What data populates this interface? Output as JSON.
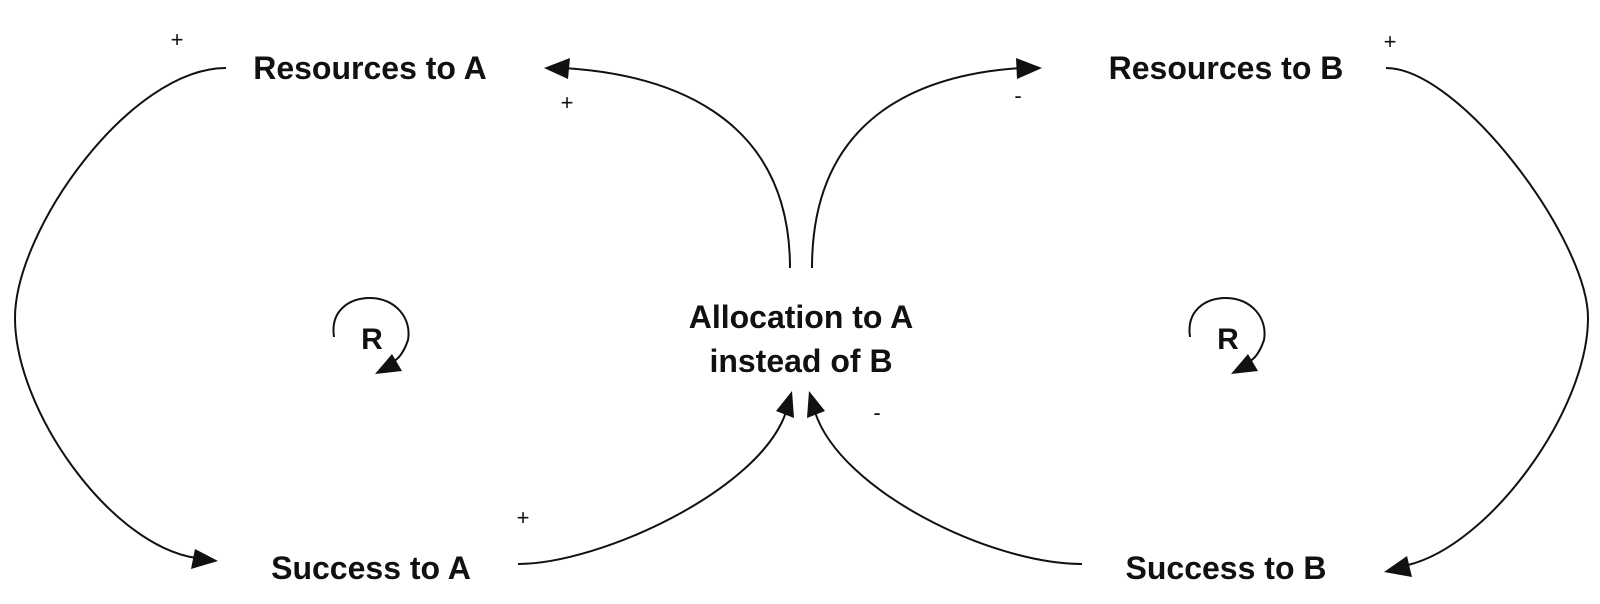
{
  "nodes": {
    "resources_a": "Resources to A",
    "resources_b": "Resources to B",
    "allocation_line1": "Allocation to A",
    "allocation_line2": "instead of B",
    "success_a": "Success to A",
    "success_b": "Success to B"
  },
  "loops": {
    "left": "R",
    "right": "R"
  },
  "polarities": {
    "resources_a_to_success_a": "+",
    "allocation_to_resources_a": "+",
    "allocation_to_resources_b": "-",
    "resources_b_to_success_b": "+",
    "success_a_to_allocation": "+",
    "success_b_to_allocation": "-"
  },
  "colors": {
    "ink": "#111111",
    "background": "#ffffff"
  }
}
